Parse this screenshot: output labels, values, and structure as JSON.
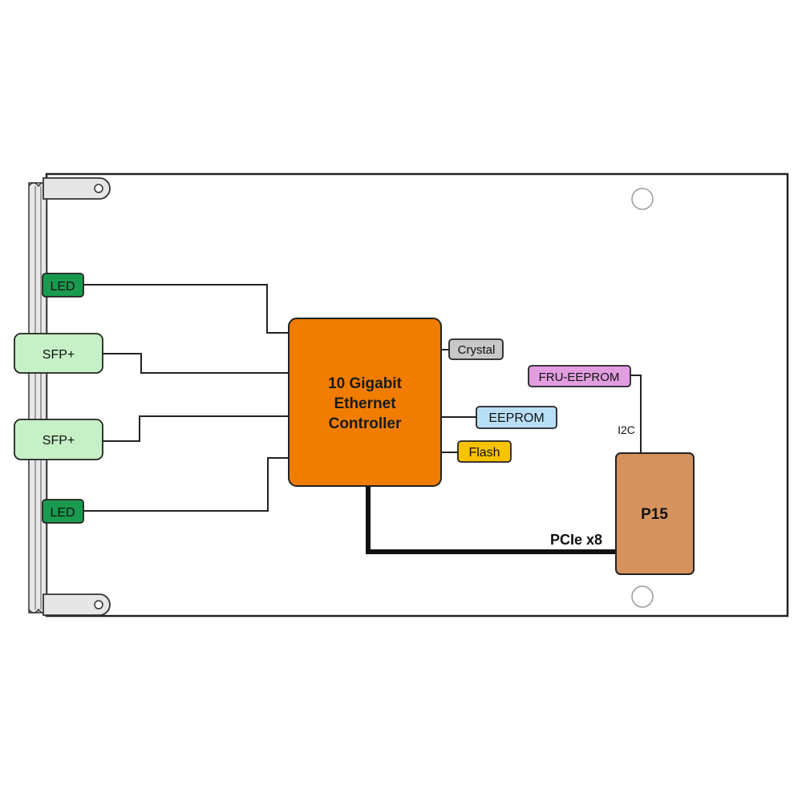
{
  "colors": {
    "controller": "#f07d00",
    "led": "#1a9a4e",
    "sfp": "#c6f0c6",
    "crystal": "#c8c8c8",
    "eeprom": "#b9dff5",
    "flash": "#f7c200",
    "fru": "#e29de0",
    "p15": "#d4935e"
  },
  "diagram": {
    "controller": {
      "line1": "10 Gigabit",
      "line2": "Ethernet",
      "line3": "Controller"
    },
    "led_top": "LED",
    "led_bottom": "LED",
    "sfp_top": "SFP+",
    "sfp_bottom": "SFP+",
    "crystal": "Crystal",
    "eeprom": "EEPROM",
    "flash": "Flash",
    "fru_eeprom": "FRU-EEPROM",
    "i2c_label": "I2C",
    "p15": "P15",
    "pcie_label": "PCIe x8"
  }
}
